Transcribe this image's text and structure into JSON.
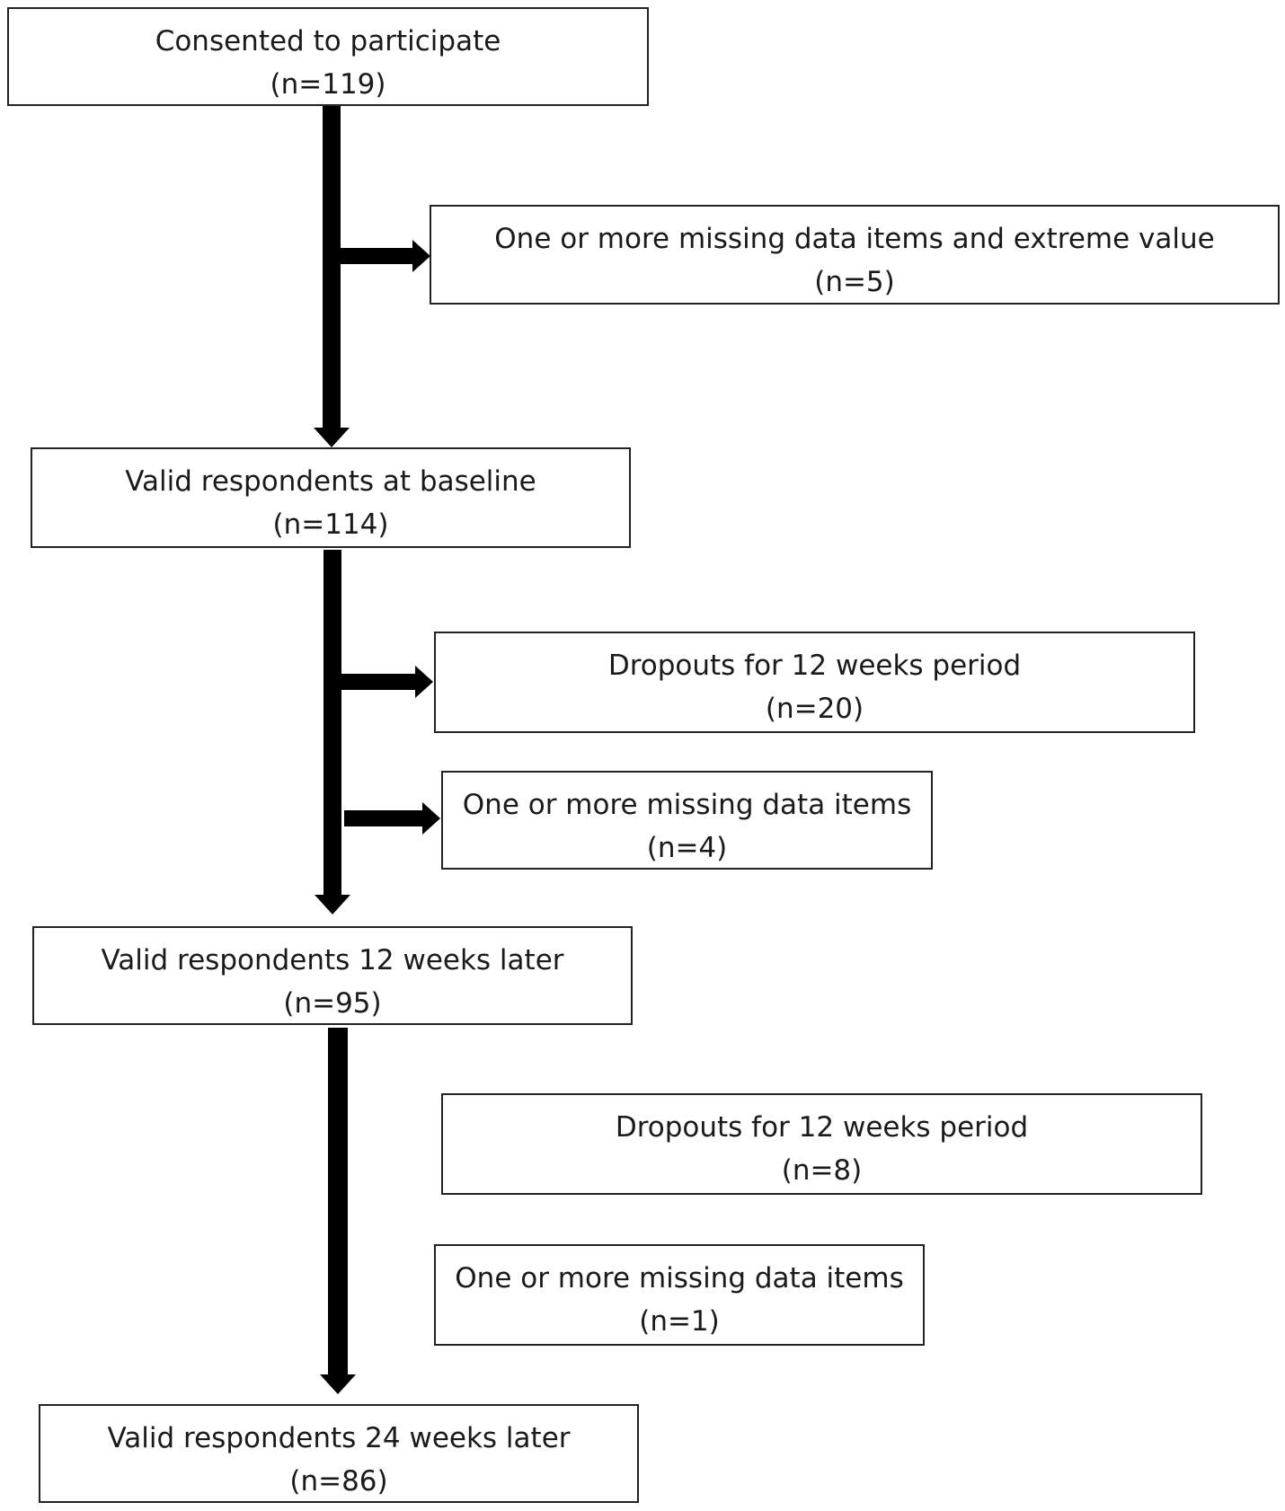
{
  "boxes": {
    "consented": {
      "label": "Consented to participate",
      "count": "(n=119)"
    },
    "excluded_baseline": {
      "label": "One or more missing data items and extreme value",
      "count": "(n=5)"
    },
    "valid_baseline": {
      "label": "Valid respondents at baseline",
      "count": "(n=114)"
    },
    "dropouts_first": {
      "label": "Dropouts for 12 weeks period",
      "count": "(n=20)"
    },
    "missing_first": {
      "label": "One or more missing data items",
      "count": "(n=4)"
    },
    "valid_12_weeks": {
      "label": "Valid respondents 12 weeks later",
      "count": "(n=95)"
    },
    "dropouts_second": {
      "label": "Dropouts for 12 weeks period",
      "count": "(n=8)"
    },
    "missing_second": {
      "label": "One or more missing data items",
      "count": "(n=1)"
    },
    "valid_24_weeks": {
      "label": "Valid respondents 24 weeks later",
      "count": "(n=86)"
    }
  }
}
